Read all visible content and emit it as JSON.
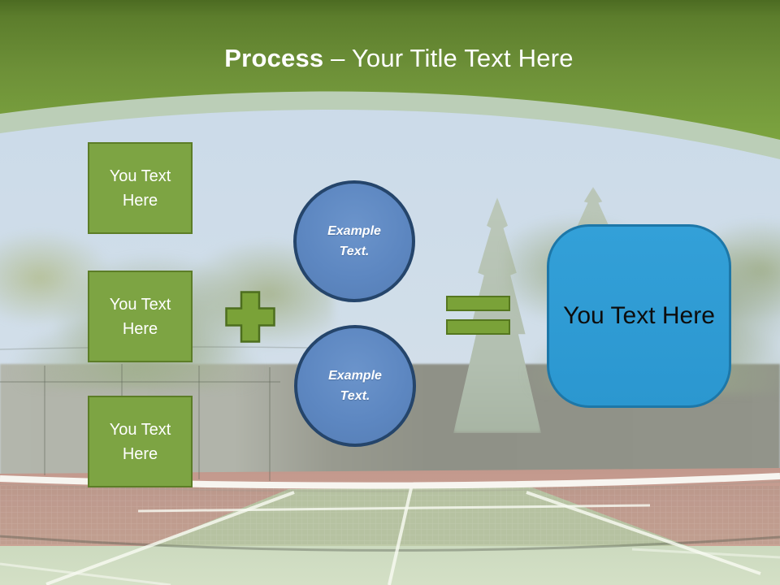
{
  "header": {
    "title_bold": "Process",
    "title_rest": "– Your Title Text Here"
  },
  "diagram": {
    "input_boxes": [
      {
        "label": "You Text Here"
      },
      {
        "label": "You Text Here"
      },
      {
        "label": "You Text Here"
      }
    ],
    "circles": [
      {
        "label": "Example Text."
      },
      {
        "label": "Example Text."
      }
    ],
    "result_box": {
      "label": "You Text Here"
    }
  },
  "icons": {
    "plus": "plus-sign",
    "equals": "equals-sign"
  },
  "background": {
    "scene": "faded tennis court with net, trees and sky"
  },
  "colors": {
    "header_green_top": "#4c6b22",
    "header_green_bottom": "#7ca43f",
    "header_band": "#b9ceb4",
    "box_green": "#7da443",
    "box_green_border": "#5c7d27",
    "operator_green": "#7aa238",
    "circle_blue": "#5d87c1",
    "circle_border": "#25456b",
    "result_blue": "#2b97d0",
    "result_border": "#1d77a8",
    "title_text": "#ffffff"
  }
}
